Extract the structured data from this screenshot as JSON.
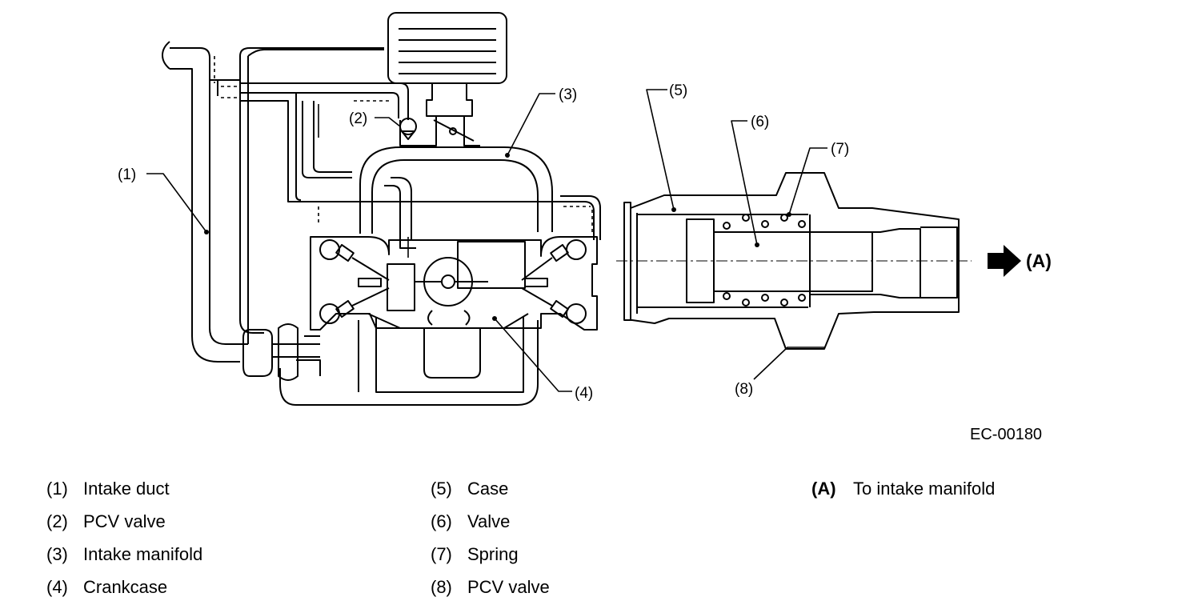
{
  "diagram": {
    "figure_code": "EC-00180",
    "callouts": {
      "c1": "(1)",
      "c2": "(2)",
      "c3": "(3)",
      "c4": "(4)",
      "c5": "(5)",
      "c6": "(6)",
      "c7": "(7)",
      "c8": "(8)"
    },
    "flow_arrow_label": "(A)"
  },
  "legend": {
    "column1": [
      {
        "num": "(1)",
        "label": "Intake duct"
      },
      {
        "num": "(2)",
        "label": "PCV valve"
      },
      {
        "num": "(3)",
        "label": "Intake manifold"
      },
      {
        "num": "(4)",
        "label": "Crankcase"
      }
    ],
    "column2": [
      {
        "num": "(5)",
        "label": "Case"
      },
      {
        "num": "(6)",
        "label": "Valve"
      },
      {
        "num": "(7)",
        "label": "Spring"
      },
      {
        "num": "(8)",
        "label": "PCV valve"
      }
    ],
    "column3": [
      {
        "num": "(A)",
        "label": "To intake manifold"
      }
    ]
  }
}
